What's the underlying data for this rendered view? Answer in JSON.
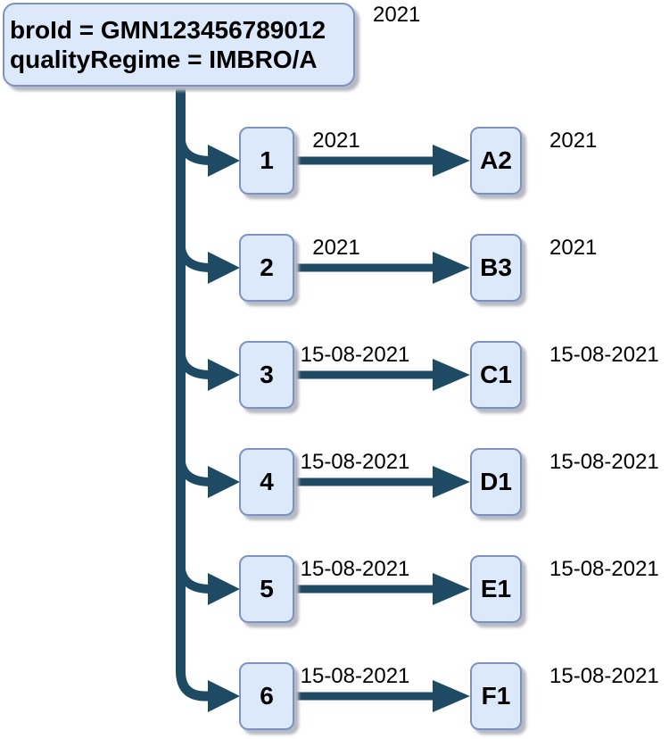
{
  "root": {
    "line1": "broId = GMN123456789012",
    "line2": "qualityRegime = IMBRO/A",
    "side_label": "2021"
  },
  "rows": [
    {
      "node": "1",
      "target": "A2",
      "edge_label": "2021",
      "side_label": "2021"
    },
    {
      "node": "2",
      "target": "B3",
      "edge_label": "2021",
      "side_label": "2021"
    },
    {
      "node": "3",
      "target": "C1",
      "edge_label": "15-08-2021",
      "side_label": "15-08-2021"
    },
    {
      "node": "4",
      "target": "D1",
      "edge_label": "15-08-2021",
      "side_label": "15-08-2021"
    },
    {
      "node": "5",
      "target": "E1",
      "edge_label": "15-08-2021",
      "side_label": "15-08-2021"
    },
    {
      "node": "6",
      "target": "F1",
      "edge_label": "15-08-2021",
      "side_label": "15-08-2021"
    }
  ],
  "colors": {
    "line": "#1f4a63",
    "node_fill": "#dbe9fb",
    "node_border": "#7d92c3",
    "shadow": "#b6b9c2",
    "text": "#000000"
  }
}
